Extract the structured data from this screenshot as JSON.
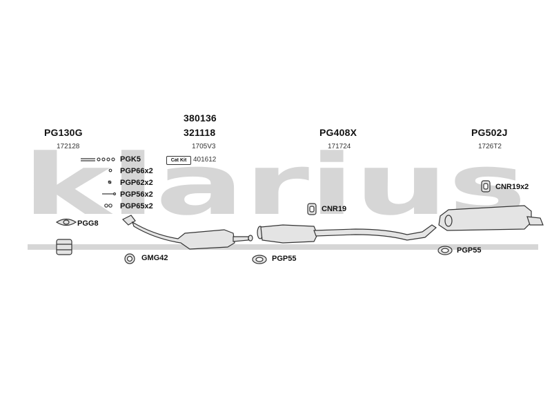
{
  "watermark": {
    "text": "klarius",
    "color": "#d6d6d6"
  },
  "groups": [
    {
      "code": "PG130G",
      "part_no": "172128"
    },
    {
      "codes": [
        "380136",
        "321118"
      ],
      "part_no": "1705V3"
    },
    {
      "code": "PG408X",
      "part_no": "171724"
    },
    {
      "code": "PG502J",
      "part_no": "1726T2"
    }
  ],
  "cat_kit": {
    "label": "Cat Kit",
    "part_no": "401612"
  },
  "fittings": {
    "pgk5": "PGK5",
    "pgp66": "PGP66x2",
    "pgp62": "PGP62x2",
    "pgp56": "PGP56x2",
    "pgp65": "PGP65x2",
    "pgg8": "PGG8",
    "gmg42": "GMG42",
    "pgp55a": "PGP55",
    "cnr19": "CNR19",
    "cnr19x2": "CNR19x2",
    "pgp55b": "PGP55"
  },
  "colors": {
    "part_fill": "#e4e4e4",
    "part_stroke": "#333333"
  }
}
